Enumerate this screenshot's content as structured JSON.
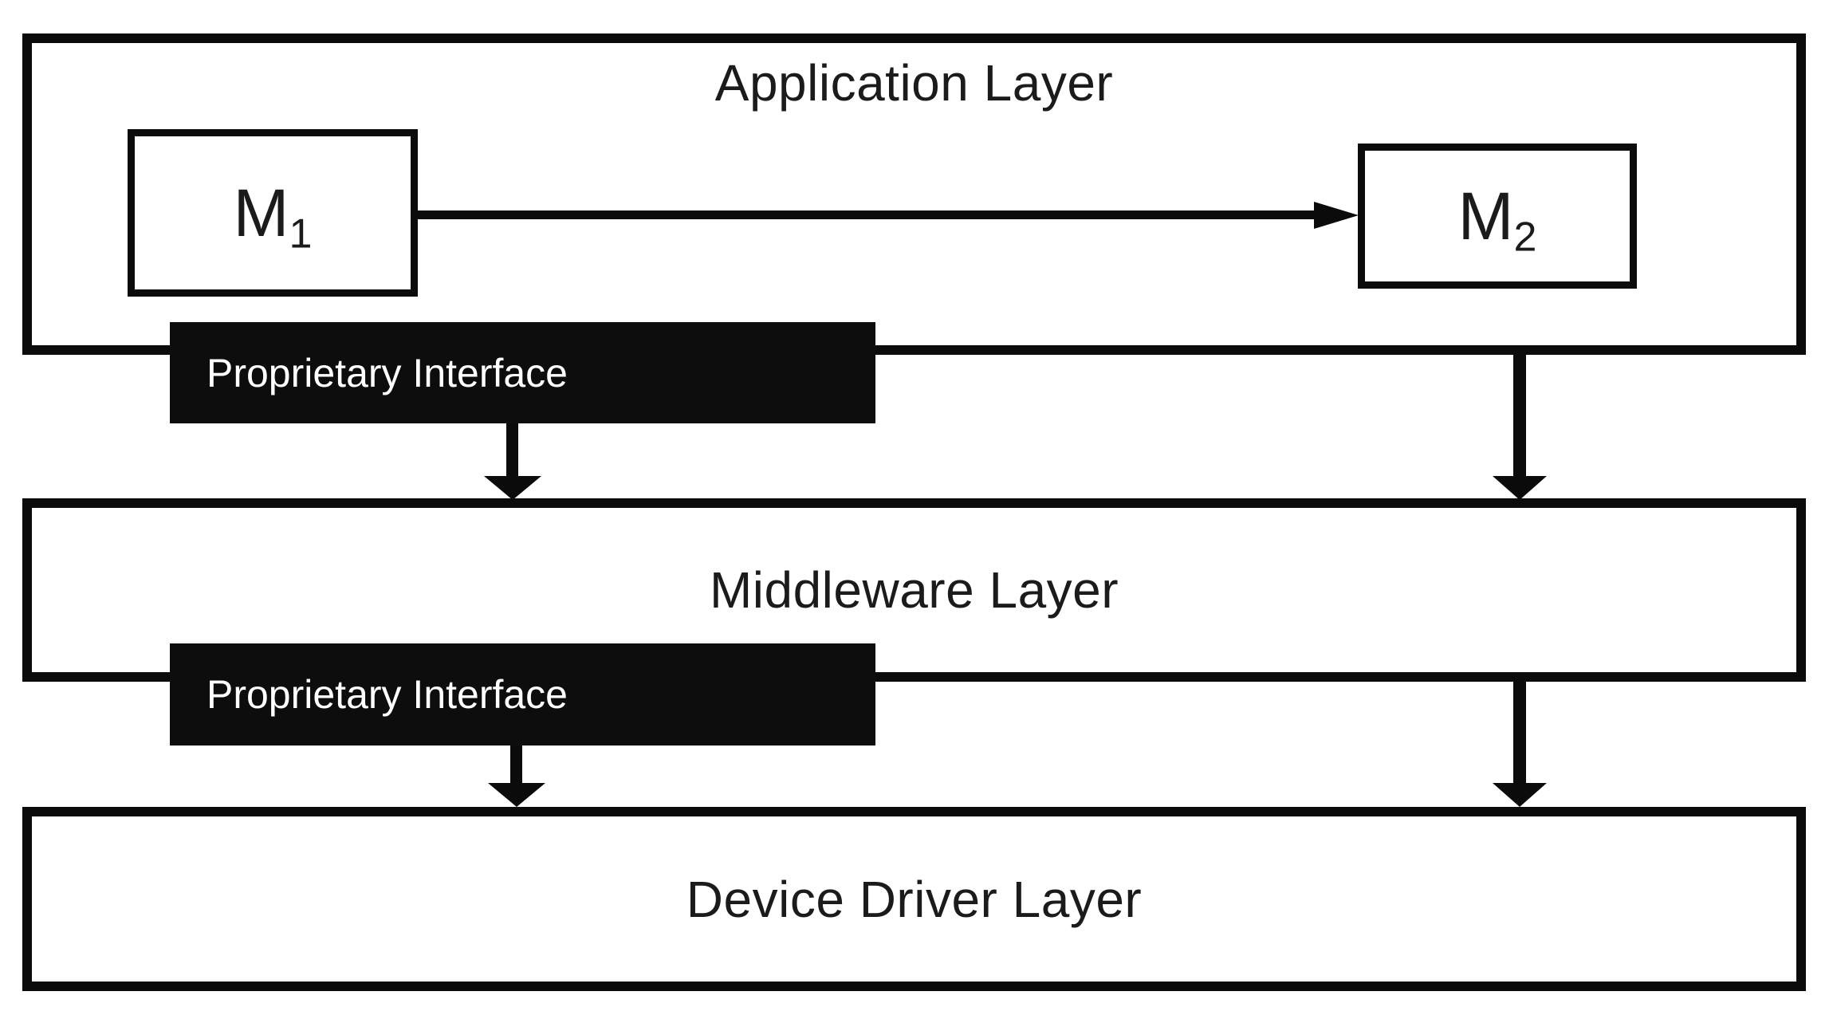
{
  "diagram": {
    "application_layer": {
      "title": "Application Layer"
    },
    "middleware_layer": {
      "title": "Middleware Layer"
    },
    "device_driver_layer": {
      "title": "Device Driver Layer"
    },
    "module_m1": {
      "base": "M",
      "sub": "1"
    },
    "module_m2": {
      "base": "M",
      "sub": "2"
    },
    "proprietary_interface_1": {
      "label": "Proprietary Interface"
    },
    "proprietary_interface_2": {
      "label": "Proprietary Interface"
    },
    "colors": {
      "line": "#0b0b0b",
      "text": "#1b1b1b",
      "interface_bg": "#0d0d0d",
      "interface_text": "#ffffff",
      "background": "#ffffff"
    }
  }
}
